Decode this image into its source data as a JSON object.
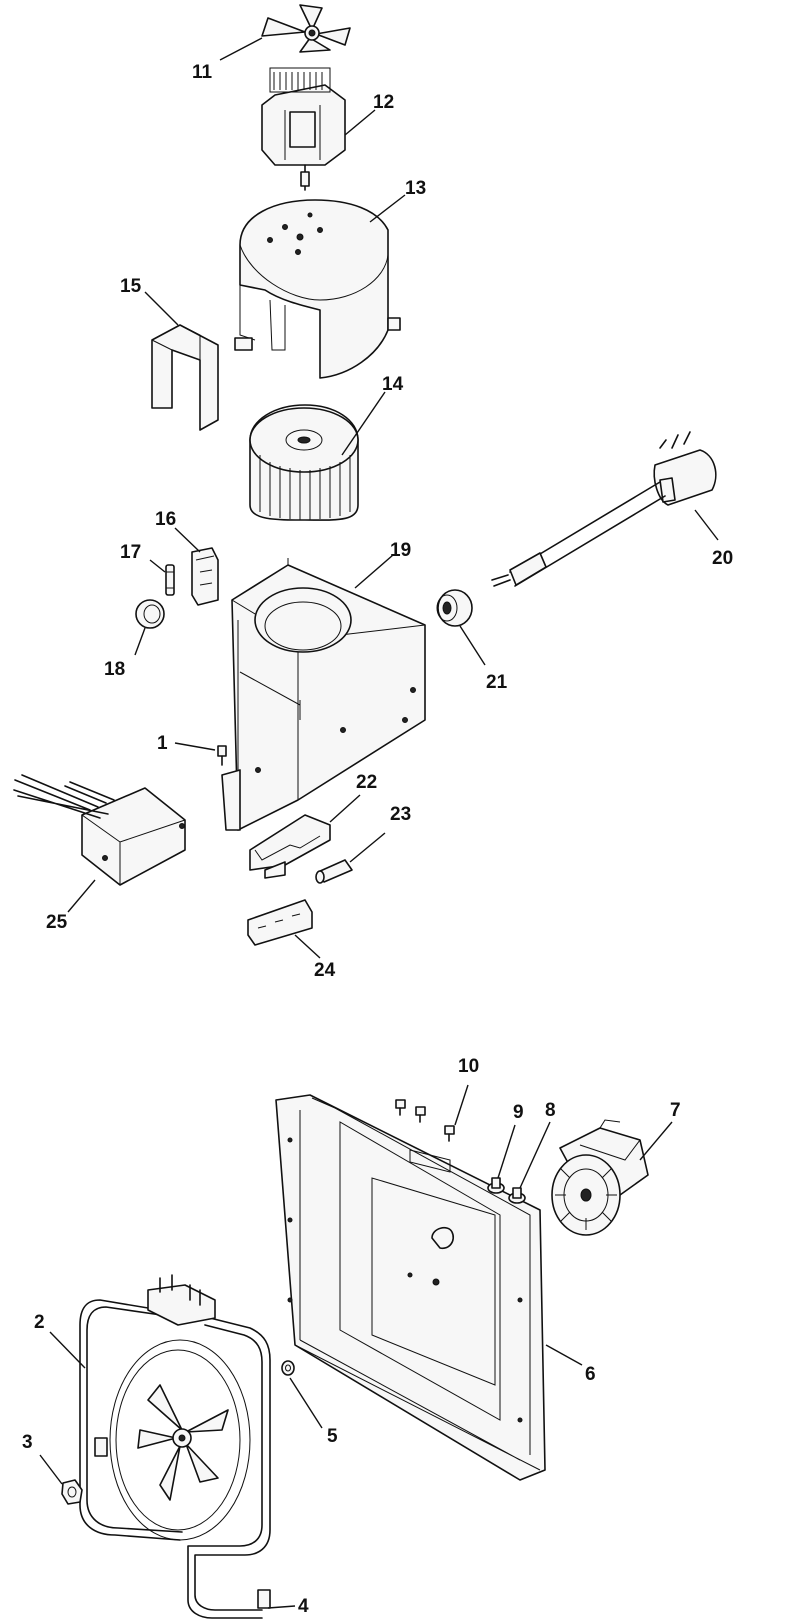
{
  "callouts": {
    "c1": "1",
    "c2": "2",
    "c3": "3",
    "c4": "4",
    "c5": "5",
    "c6": "6",
    "c7": "7",
    "c8": "8",
    "c9": "9",
    "c10": "10",
    "c11": "11",
    "c12": "12",
    "c13": "13",
    "c14": "14",
    "c15": "15",
    "c16": "16",
    "c17": "17",
    "c18": "18",
    "c19": "19",
    "c20": "20",
    "c21": "21",
    "c22": "22",
    "c23": "23",
    "c24": "24",
    "c25": "25"
  },
  "colors": {
    "line": "#111111",
    "background": "#ffffff"
  }
}
